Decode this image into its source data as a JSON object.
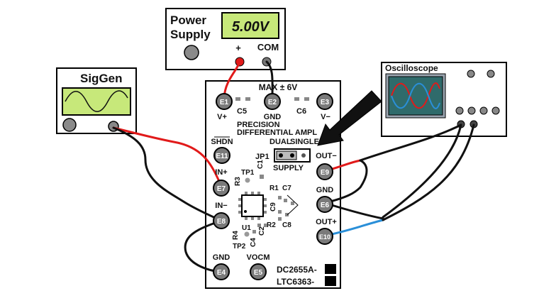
{
  "power_supply": {
    "title_line1": "Power",
    "title_line2": "Supply",
    "voltage_display": "5.00V",
    "plus_label": "+",
    "com_label": "COM"
  },
  "siggen": {
    "title": "SigGen"
  },
  "oscilloscope": {
    "title": "Oscilloscope"
  },
  "board": {
    "max_label": "MAX ± 6V",
    "title_line1": "PRECISION",
    "title_line2": "DIFFERENTIAL AMPL",
    "jumper_label": "JP1",
    "dual_label": "DUAL",
    "single_label": "SINGLE",
    "supply_label": "SUPPLY",
    "part_number_1": "DC2655A-",
    "part_number_2": "LTC6363-",
    "turrets": [
      {
        "id": "E1",
        "label": "V+"
      },
      {
        "id": "E2",
        "label": "GND"
      },
      {
        "id": "E3",
        "label": "V−"
      },
      {
        "id": "E11",
        "label": "SHDN"
      },
      {
        "id": "E7",
        "label": "IN+"
      },
      {
        "id": "E8",
        "label": "IN−"
      },
      {
        "id": "E4",
        "label": "GND"
      },
      {
        "id": "E5",
        "label": "VOCM"
      },
      {
        "id": "E9",
        "label": "OUT−"
      },
      {
        "id": "E6",
        "label": "GND"
      },
      {
        "id": "E10",
        "label": "OUT+"
      }
    ],
    "components": [
      "C5",
      "C6",
      "TP1",
      "C1",
      "R3",
      "R1",
      "C7",
      "C9",
      "C8",
      "U1",
      "R2",
      "R4",
      "TP2",
      "C4",
      "C2"
    ]
  },
  "colors": {
    "lcd_green": "#c7e87a",
    "scope_screen": "#2f6b6b",
    "wire_red": "#e11a1a",
    "wire_blue": "#2a8fd8",
    "wire_black": "#111111"
  }
}
